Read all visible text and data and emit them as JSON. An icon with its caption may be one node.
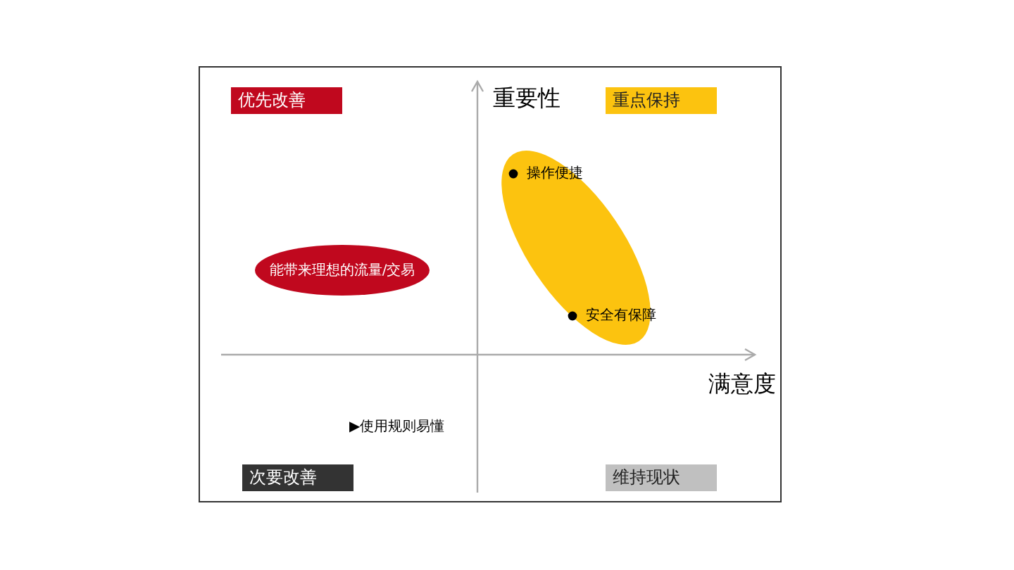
{
  "diagram": {
    "nodes": [
      {
        "text": [
          "优先改善"
        ]
      },
      {
        "text": [
          "重点保持"
        ]
      },
      {
        "text": [
          "次要改善"
        ]
      },
      {
        "text": [
          "维持现状"
        ]
      },
      {
        "text": [
          "能带来理想的流量/交易"
        ]
      },
      {
        "text": [],
        "shape": "ellipse"
      },
      {
        "text": [
          "操作便捷"
        ],
        "in": 5
      },
      {
        "text": [
          "安全有保障"
        ],
        "in": 5
      }
    ],
    "edges": [],
    "labels": [
      "重要性",
      "满意度",
      "▶使用规则易懂"
    ]
  }
}
